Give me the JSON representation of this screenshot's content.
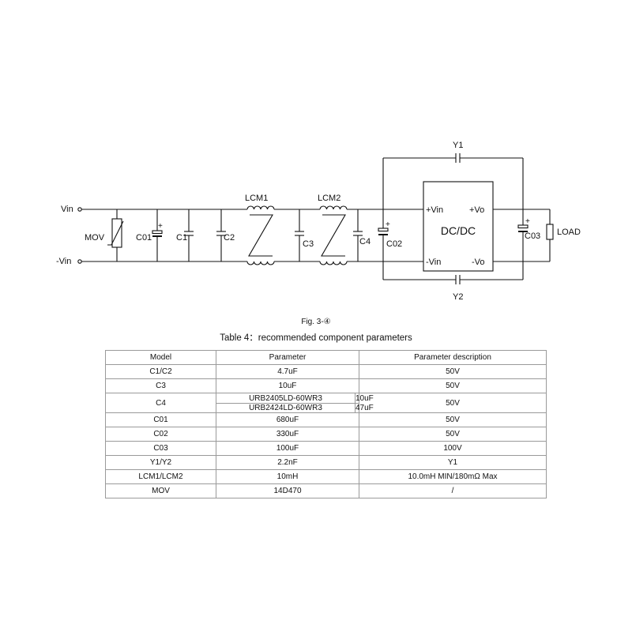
{
  "circuit": {
    "labels": {
      "vin_plus": "Vin",
      "vin_minus": "-Vin",
      "mov": "MOV",
      "c01": "C01",
      "c1": "C1",
      "c2": "C2",
      "lcm1": "LCM1",
      "c3": "C3",
      "lcm2": "LCM2",
      "c4": "C4",
      "c02": "C02",
      "y1": "Y1",
      "y2": "Y2",
      "dcdc": "DC/DC",
      "dcdc_vin_plus": "+Vin",
      "dcdc_vin_minus": "-Vin",
      "dcdc_vo_plus": "+Vo",
      "dcdc_vo_minus": "-Vo",
      "c03": "C03",
      "load": "LOAD",
      "plus": "+"
    }
  },
  "figure_caption": "Fig. 3-④",
  "table": {
    "title": "Table 4：recommended component parameters",
    "headers": [
      "Model",
      "Parameter",
      "Parameter description"
    ],
    "rows": [
      {
        "model": "C1/C2",
        "param": "4.7uF",
        "desc": "50V"
      },
      {
        "model": "C3",
        "param": "10uF",
        "desc": "50V"
      },
      {
        "model": "C4",
        "sub": [
          {
            "part": "URB2405LD-60WR3",
            "value": "10uF"
          },
          {
            "part": "URB2424LD-60WR3",
            "value": "47uF"
          }
        ],
        "desc": "50V"
      },
      {
        "model": "C01",
        "param": "680uF",
        "desc": "50V"
      },
      {
        "model": "C02",
        "param": "330uF",
        "desc": "50V"
      },
      {
        "model": "C03",
        "param": "100uF",
        "desc": "100V"
      },
      {
        "model": "Y1/Y2",
        "param": "2.2nF",
        "desc": "Y1"
      },
      {
        "model": "LCM1/LCM2",
        "param": "10mH",
        "desc": "10.0mH MIN/180mΩ  Max"
      },
      {
        "model": "MOV",
        "param": "14D470",
        "desc": "/"
      }
    ]
  }
}
